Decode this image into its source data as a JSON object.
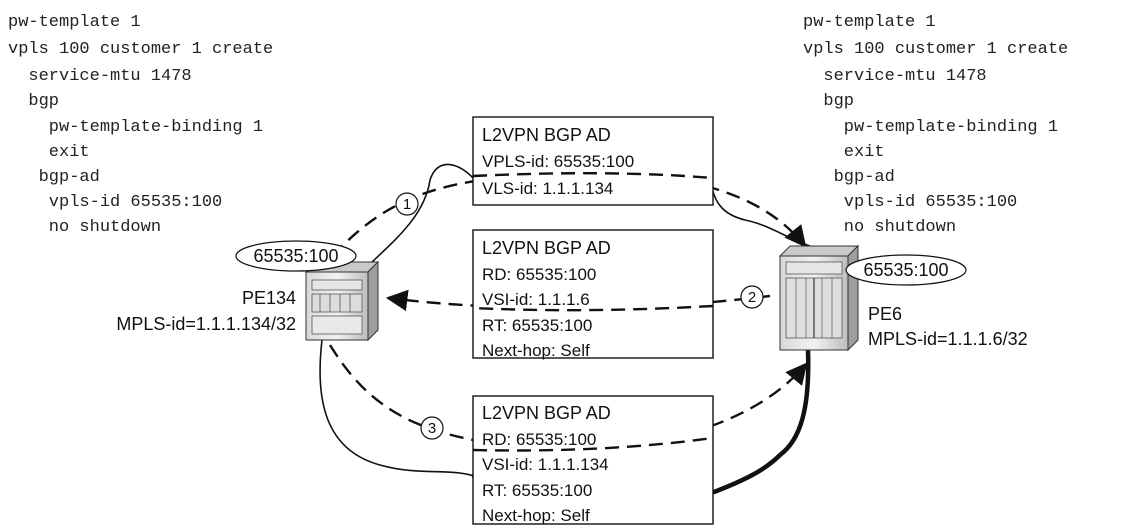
{
  "left_config": {
    "lines": [
      "pw-template 1",
      "vpls 100 customer 1 create",
      "  service-mtu 1478",
      "  bgp",
      "    pw-template-binding 1",
      "    exit",
      "   bgp-ad",
      "    vpls-id 65535:100",
      "    no shutdown"
    ]
  },
  "right_config": {
    "lines": [
      "pw-template 1",
      "vpls 100 customer 1 create",
      "  service-mtu 1478",
      "  bgp",
      "    pw-template-binding 1",
      "    exit",
      "   bgp-ad",
      "    vpls-id 65535:100",
      "    no shutdown"
    ]
  },
  "pe134": {
    "name": "PE134",
    "mpls_id": "MPLS-id=1.1.1.134/32",
    "oval": "65535:100"
  },
  "pe6": {
    "name": "PE6",
    "mpls_id": "MPLS-id=1.1.1.6/32",
    "oval": "65535:100"
  },
  "boxes": [
    {
      "title": "L2VPN BGP AD",
      "lines": [
        "VPLS-id: 65535:100",
        "VLS-id: 1.1.1.134"
      ]
    },
    {
      "title": "L2VPN BGP AD",
      "lines": [
        "RD: 65535:100",
        "VSI-id: 1.1.1.6",
        "RT: 65535:100",
        "Next-hop: Self"
      ]
    },
    {
      "title": "L2VPN BGP AD",
      "lines": [
        "RD: 65535:100",
        "VSI-id: 1.1.1.134",
        "RT: 65535:100",
        "Next-hop: Self"
      ]
    }
  ],
  "steps": [
    "1",
    "2",
    "3"
  ]
}
